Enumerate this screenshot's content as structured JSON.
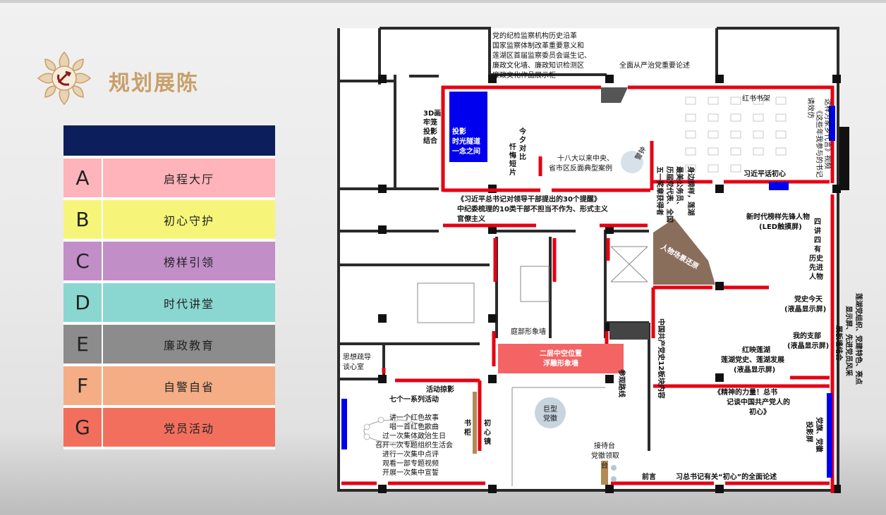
{
  "header": {
    "title": "规划展陈"
  },
  "legend": {
    "items": [
      {
        "key": "A",
        "label": "启程大厅",
        "color": "#ffb3ba"
      },
      {
        "key": "B",
        "label": "初心守护",
        "color": "#f6f57a"
      },
      {
        "key": "C",
        "label": "榜样引领",
        "color": "#c18ec8"
      },
      {
        "key": "D",
        "label": "时代讲堂",
        "color": "#8ad7d2"
      },
      {
        "key": "E",
        "label": "廉政教育",
        "color": "#8c8c8c"
      },
      {
        "key": "F",
        "label": "自警自省",
        "color": "#f4ad85"
      },
      {
        "key": "G",
        "label": "党员活动",
        "color": "#f36f5d"
      }
    ]
  },
  "floorplan": {
    "top_notes": [
      "党的纪检监察机构历史沿革",
      "国家监察体制改革重要意义和",
      "莲湖区首届监察委员会诞生记、",
      "廉政文化墙、廉政知识检测区",
      "廉政文化作品展示柜"
    ],
    "top_right_note": "全面从严治党重要论述",
    "vr_label": [
      "3D画",
      "牢笼",
      "投影",
      "结合"
    ],
    "projection_label": [
      "投影",
      "时光隧道",
      "一念之间"
    ],
    "repent_label": [
      "忏",
      "悔",
      "短",
      "片"
    ],
    "compare_label": [
      "今",
      "夕",
      "对",
      "比"
    ],
    "cases_label": [
      "十八大以来中央、",
      "省市区反面典型案例"
    ],
    "circle_label": "警钟",
    "red_books": "红书书架",
    "xi_hall": "习近平话初心",
    "letter_label": [
      "请效仿",
      "《这些年我参与的书记",
      "这样为家乡代言》视频"
    ],
    "models_label": [
      "身边榜样，莲湖",
      "最美公务员、",
      "历届党代表、全国",
      "五一奖章获得者"
    ],
    "cpc_30": [
      "《习近平总书记对领导干部提出的30个提醒》",
      "中纪委梳理的10类干部不担当不作为、形式主义",
      "官僚主义"
    ],
    "led_label": [
      "新时代榜样先锋人物",
      "(LED触摸屏)"
    ],
    "four_label": [
      "四",
      "讲",
      "四",
      "有",
      "历史",
      "先进",
      "人物"
    ],
    "scene_label": "人物场景还原",
    "party_today": [
      "党史今天",
      "(液晶显示屏)"
    ],
    "my_branch": [
      "我的支部",
      "(液晶显示屏)"
    ],
    "red_lianhu": [
      "红映莲湖",
      "莲湖党史、莲湖发展",
      "(液晶显示屏)"
    ],
    "right_vertical": [
      "莲湖党组织、党建特色、亮点",
      "显示屏、先进党员风采",
      "展板墙结合"
    ],
    "board_12": "中国共产党史12板块内容",
    "image_wall": "庭部形象墙",
    "float_wall": [
      "二层中空位置",
      "浮雕形象墙"
    ],
    "activity_photo": "活动掠影",
    "seven_series": "七个一系列活动",
    "seven_items": [
      "讲一个红色故事",
      "唱一首红色歌曲",
      "过一次集体政治生日",
      "召开一次专题组织生活会",
      "进行一次集中点评",
      "观看一部专题视频",
      "开展一次集中宣誓"
    ],
    "talk_room": [
      "思想疏导",
      "谈心室"
    ],
    "bookcase": [
      "书",
      "柜"
    ],
    "heart_mirror": [
      "初",
      "心",
      "镜"
    ],
    "emblem": [
      "巨型",
      "党徽"
    ],
    "reception": [
      "接待台",
      "党徽领取",
      "台"
    ],
    "preface": "前言",
    "xi_heart_note": "习总书记有关“初心”的全面论述",
    "spirit_note": [
      "《精神的力量！总书",
      "记谈中国共产党人的",
      "初心》"
    ],
    "flag_note": [
      "党旗、党徽",
      "投影屏"
    ],
    "route": "参观路线"
  }
}
